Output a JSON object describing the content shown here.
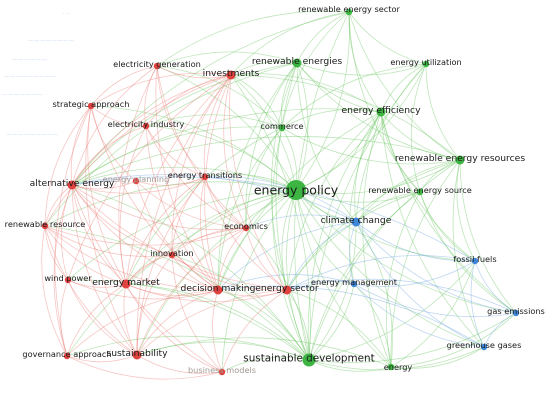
{
  "colors": {
    "red": "#e0433f",
    "green": "#3cb542",
    "blue": "#3f87d8",
    "red_edge": "#ea7a72",
    "green_edge": "#66c35c",
    "blue_edge": "#6ca3e0",
    "faint_label": "#a39b96",
    "faint_text": "#dfe9f7"
  },
  "nodes": [
    {
      "id": "energy-policy",
      "label": "energy policy",
      "cluster": "green",
      "weight": 5
    },
    {
      "id": "renewable-energy-sector",
      "label": "renewable energy sector",
      "cluster": "green",
      "weight": 1
    },
    {
      "id": "renewable-energies",
      "label": "renewable energies",
      "cluster": "green",
      "weight": 2
    },
    {
      "id": "energy-utilization",
      "label": "energy utilization",
      "cluster": "green",
      "weight": 1
    },
    {
      "id": "energy-efficiency",
      "label": "energy efficiency",
      "cluster": "green",
      "weight": 2
    },
    {
      "id": "commerce",
      "label": "commerce",
      "cluster": "green",
      "weight": 1
    },
    {
      "id": "renewable-energy-resources",
      "label": "renewable energy resources",
      "cluster": "green",
      "weight": 2
    },
    {
      "id": "renewable-energy-source",
      "label": "renewable energy source",
      "cluster": "green",
      "weight": 1
    },
    {
      "id": "sustainable-development",
      "label": "sustainable development",
      "cluster": "green",
      "weight": 3
    },
    {
      "id": "energy",
      "label": "energy",
      "cluster": "green",
      "weight": 1
    },
    {
      "id": "electricity-generation",
      "label": "electricity generation",
      "cluster": "red",
      "weight": 1
    },
    {
      "id": "investments",
      "label": "investments",
      "cluster": "red",
      "weight": 2
    },
    {
      "id": "strategic-approach",
      "label": "strategic approach",
      "cluster": "red",
      "weight": 1
    },
    {
      "id": "electricity-industry",
      "label": "electricity industry",
      "cluster": "red",
      "weight": 1
    },
    {
      "id": "alternative-energy",
      "label": "alternative energy",
      "cluster": "red",
      "weight": 2
    },
    {
      "id": "energy-planning",
      "label": "energy planning",
      "cluster": "red",
      "weight": 1,
      "faint": true
    },
    {
      "id": "energy-transitions",
      "label": "energy transitions",
      "cluster": "red",
      "weight": 1
    },
    {
      "id": "renewable-resource",
      "label": "renewable resource",
      "cluster": "red",
      "weight": 1
    },
    {
      "id": "economics",
      "label": "economics",
      "cluster": "red",
      "weight": 1
    },
    {
      "id": "innovation",
      "label": "innovation",
      "cluster": "red",
      "weight": 1
    },
    {
      "id": "wind-power",
      "label": "wind power",
      "cluster": "red",
      "weight": 1
    },
    {
      "id": "energy-market",
      "label": "energy market",
      "cluster": "red",
      "weight": 2
    },
    {
      "id": "decision-making",
      "label": "decision making",
      "cluster": "red",
      "weight": 2
    },
    {
      "id": "energy-sector",
      "label": "energy sector",
      "cluster": "red",
      "weight": 2
    },
    {
      "id": "governance-approach",
      "label": "governance approach",
      "cluster": "red",
      "weight": 1
    },
    {
      "id": "sustainability",
      "label": "sustainability",
      "cluster": "red",
      "weight": 2
    },
    {
      "id": "business-models",
      "label": "business models",
      "cluster": "red",
      "weight": 1,
      "faint": true
    },
    {
      "id": "climate-change",
      "label": "climate change",
      "cluster": "blue",
      "weight": 2
    },
    {
      "id": "energy-management",
      "label": "energy management",
      "cluster": "blue",
      "weight": 1
    },
    {
      "id": "fossil-fuels",
      "label": "fossil fuels",
      "cluster": "blue",
      "weight": 1
    },
    {
      "id": "gas-emissions",
      "label": "gas emissions",
      "cluster": "blue",
      "weight": 1
    },
    {
      "id": "greenhouse-gases",
      "label": "greenhouse gases",
      "cluster": "blue",
      "weight": 1
    }
  ],
  "links": [
    [
      "energy-policy",
      "renewable-energy-sector"
    ],
    [
      "energy-policy",
      "renewable-energies"
    ],
    [
      "energy-policy",
      "energy-utilization"
    ],
    [
      "energy-policy",
      "energy-efficiency"
    ],
    [
      "energy-policy",
      "commerce"
    ],
    [
      "energy-policy",
      "renewable-energy-resources"
    ],
    [
      "energy-policy",
      "renewable-energy-source"
    ],
    [
      "energy-policy",
      "sustainable-development"
    ],
    [
      "energy-policy",
      "energy"
    ],
    [
      "energy-policy",
      "climate-change"
    ],
    [
      "energy-policy",
      "energy-management"
    ],
    [
      "energy-policy",
      "fossil-fuels"
    ],
    [
      "energy-policy",
      "gas-emissions"
    ],
    [
      "energy-policy",
      "greenhouse-gases"
    ],
    [
      "energy-policy",
      "investments"
    ],
    [
      "energy-policy",
      "electricity-generation"
    ],
    [
      "energy-policy",
      "alternative-energy"
    ],
    [
      "energy-policy",
      "economics"
    ],
    [
      "energy-policy",
      "energy-sector"
    ],
    [
      "energy-policy",
      "decision-making"
    ],
    [
      "energy-policy",
      "energy-market"
    ],
    [
      "energy-policy",
      "sustainability"
    ],
    [
      "energy-policy",
      "renewable-resource"
    ],
    [
      "energy-policy",
      "energy-transitions"
    ],
    [
      "energy-policy",
      "innovation"
    ],
    [
      "energy-policy",
      "wind-power"
    ],
    [
      "energy-policy",
      "strategic-approach"
    ],
    [
      "energy-policy",
      "electricity-industry"
    ],
    [
      "energy-policy",
      "governance-approach"
    ],
    [
      "energy-policy",
      "business-models"
    ],
    [
      "renewable-energy-sector",
      "renewable-energies"
    ],
    [
      "renewable-energy-sector",
      "energy-utilization"
    ],
    [
      "renewable-energy-sector",
      "energy-efficiency"
    ],
    [
      "renewable-energy-sector",
      "renewable-energy-resources"
    ],
    [
      "renewable-energy-sector",
      "commerce"
    ],
    [
      "renewable-energy-sector",
      "sustainable-development"
    ],
    [
      "renewable-energy-sector",
      "investments"
    ],
    [
      "renewable-energy-sector",
      "alternative-energy"
    ],
    [
      "renewable-energy-sector",
      "electricity-generation"
    ],
    [
      "renewable-energy-sector",
      "renewable-energy-source"
    ],
    [
      "renewable-energies",
      "energy-utilization"
    ],
    [
      "renewable-energies",
      "energy-efficiency"
    ],
    [
      "renewable-energies",
      "commerce"
    ],
    [
      "renewable-energies",
      "renewable-energy-resources"
    ],
    [
      "renewable-energies",
      "sustainable-development"
    ],
    [
      "renewable-energies",
      "investments"
    ],
    [
      "renewable-energies",
      "electricity-generation"
    ],
    [
      "renewable-energies",
      "alternative-energy"
    ],
    [
      "renewable-energies",
      "decision-making"
    ],
    [
      "renewable-energies",
      "energy-sector"
    ],
    [
      "renewable-energies",
      "climate-change"
    ],
    [
      "renewable-energies",
      "economics"
    ],
    [
      "renewable-energies",
      "renewable-resource"
    ],
    [
      "energy-utilization",
      "energy-efficiency"
    ],
    [
      "energy-utilization",
      "renewable-energy-resources"
    ],
    [
      "energy-utilization",
      "renewable-energy-source"
    ],
    [
      "energy-utilization",
      "sustainable-development"
    ],
    [
      "energy-utilization",
      "commerce"
    ],
    [
      "energy-utilization",
      "climate-change"
    ],
    [
      "energy-efficiency",
      "renewable-energy-resources"
    ],
    [
      "energy-efficiency",
      "renewable-energy-source"
    ],
    [
      "energy-efficiency",
      "commerce"
    ],
    [
      "energy-efficiency",
      "sustainable-development"
    ],
    [
      "energy-efficiency",
      "energy"
    ],
    [
      "energy-efficiency",
      "climate-change"
    ],
    [
      "energy-efficiency",
      "energy-management"
    ],
    [
      "energy-efficiency",
      "fossil-fuels"
    ],
    [
      "energy-efficiency",
      "gas-emissions"
    ],
    [
      "energy-efficiency",
      "greenhouse-gases"
    ],
    [
      "energy-efficiency",
      "investments"
    ],
    [
      "energy-efficiency",
      "energy-sector"
    ],
    [
      "energy-efficiency",
      "decision-making"
    ],
    [
      "energy-efficiency",
      "alternative-energy"
    ],
    [
      "commerce",
      "renewable-energy-resources"
    ],
    [
      "commerce",
      "sustainable-development"
    ],
    [
      "commerce",
      "investments"
    ],
    [
      "commerce",
      "alternative-energy"
    ],
    [
      "commerce",
      "electricity-industry"
    ],
    [
      "commerce",
      "economics"
    ],
    [
      "commerce",
      "energy-market"
    ],
    [
      "commerce",
      "electricity-generation"
    ],
    [
      "commerce",
      "decision-making"
    ],
    [
      "renewable-energy-resources",
      "renewable-energy-source"
    ],
    [
      "renewable-energy-resources",
      "sustainable-development"
    ],
    [
      "renewable-energy-resources",
      "climate-change"
    ],
    [
      "renewable-energy-resources",
      "fossil-fuels"
    ],
    [
      "renewable-energy-resources",
      "gas-emissions"
    ],
    [
      "renewable-energy-resources",
      "energy"
    ],
    [
      "renewable-energy-resources",
      "greenhouse-gases"
    ],
    [
      "renewable-energy-resources",
      "investments"
    ],
    [
      "renewable-energy-resources",
      "alternative-energy"
    ],
    [
      "renewable-energy-resources",
      "energy-sector"
    ],
    [
      "renewable-energy-source",
      "sustainable-development"
    ],
    [
      "renewable-energy-source",
      "climate-change"
    ],
    [
      "renewable-energy-source",
      "fossil-fuels"
    ],
    [
      "renewable-energy-source",
      "energy"
    ],
    [
      "renewable-energy-source",
      "gas-emissions"
    ],
    [
      "renewable-energy-source",
      "energy-sector"
    ],
    [
      "sustainable-development",
      "energy"
    ],
    [
      "sustainable-development",
      "climate-change"
    ],
    [
      "sustainable-development",
      "energy-management"
    ],
    [
      "sustainable-development",
      "fossil-fuels"
    ],
    [
      "sustainable-development",
      "gas-emissions"
    ],
    [
      "sustainable-development",
      "greenhouse-gases"
    ],
    [
      "sustainable-development",
      "sustainability"
    ],
    [
      "sustainable-development",
      "decision-making"
    ],
    [
      "sustainable-development",
      "energy-sector"
    ],
    [
      "sustainable-development",
      "business-models"
    ],
    [
      "sustainable-development",
      "governance-approach"
    ],
    [
      "sustainable-development",
      "wind-power"
    ],
    [
      "sustainable-development",
      "alternative-energy"
    ],
    [
      "sustainable-development",
      "energy-market"
    ],
    [
      "sustainable-development",
      "renewable-resource"
    ],
    [
      "sustainable-development",
      "innovation"
    ],
    [
      "sustainable-development",
      "economics"
    ],
    [
      "sustainable-development",
      "investments"
    ],
    [
      "energy",
      "climate-change"
    ],
    [
      "energy",
      "energy-management"
    ],
    [
      "energy",
      "greenhouse-gases"
    ],
    [
      "energy",
      "fossil-fuels"
    ],
    [
      "energy",
      "gas-emissions"
    ],
    [
      "energy",
      "energy-sector"
    ],
    [
      "energy",
      "sustainability"
    ],
    [
      "climate-change",
      "energy-management"
    ],
    [
      "climate-change",
      "fossil-fuels"
    ],
    [
      "climate-change",
      "gas-emissions"
    ],
    [
      "climate-change",
      "greenhouse-gases"
    ],
    [
      "climate-change",
      "energy-sector"
    ],
    [
      "climate-change",
      "decision-making"
    ],
    [
      "climate-change",
      "alternative-energy"
    ],
    [
      "climate-change",
      "economics"
    ],
    [
      "climate-change",
      "energy-transitions"
    ],
    [
      "energy-management",
      "fossil-fuels"
    ],
    [
      "energy-management",
      "gas-emissions"
    ],
    [
      "energy-management",
      "greenhouse-gases"
    ],
    [
      "energy-management",
      "energy-sector"
    ],
    [
      "energy-management",
      "decision-making"
    ],
    [
      "fossil-fuels",
      "gas-emissions"
    ],
    [
      "fossil-fuels",
      "greenhouse-gases"
    ],
    [
      "fossil-fuels",
      "energy-sector"
    ],
    [
      "fossil-fuels",
      "alternative-energy"
    ],
    [
      "gas-emissions",
      "greenhouse-gases"
    ],
    [
      "gas-emissions",
      "energy-sector"
    ],
    [
      "greenhouse-gases",
      "decision-making"
    ],
    [
      "electricity-generation",
      "investments"
    ],
    [
      "electricity-generation",
      "strategic-approach"
    ],
    [
      "electricity-generation",
      "electricity-industry"
    ],
    [
      "electricity-generation",
      "alternative-energy"
    ],
    [
      "electricity-generation",
      "energy-transitions"
    ],
    [
      "electricity-generation",
      "decision-making"
    ],
    [
      "electricity-generation",
      "energy-market"
    ],
    [
      "electricity-generation",
      "economics"
    ],
    [
      "investments",
      "strategic-approach"
    ],
    [
      "investments",
      "electricity-industry"
    ],
    [
      "investments",
      "alternative-energy"
    ],
    [
      "investments",
      "energy-transitions"
    ],
    [
      "investments",
      "economics"
    ],
    [
      "investments",
      "decision-making"
    ],
    [
      "investments",
      "energy-sector"
    ],
    [
      "investments",
      "innovation"
    ],
    [
      "investments",
      "energy-market"
    ],
    [
      "investments",
      "renewable-resource"
    ],
    [
      "investments",
      "sustainability"
    ],
    [
      "investments",
      "wind-power"
    ],
    [
      "strategic-approach",
      "electricity-industry"
    ],
    [
      "strategic-approach",
      "alternative-energy"
    ],
    [
      "strategic-approach",
      "energy-planning"
    ],
    [
      "strategic-approach",
      "renewable-resource"
    ],
    [
      "strategic-approach",
      "energy-market"
    ],
    [
      "strategic-approach",
      "decision-making"
    ],
    [
      "strategic-approach",
      "sustainability"
    ],
    [
      "strategic-approach",
      "governance-approach"
    ],
    [
      "electricity-industry",
      "alternative-energy"
    ],
    [
      "electricity-industry",
      "energy-transitions"
    ],
    [
      "electricity-industry",
      "energy-market"
    ],
    [
      "electricity-industry",
      "economics"
    ],
    [
      "electricity-industry",
      "decision-making"
    ],
    [
      "alternative-energy",
      "energy-planning"
    ],
    [
      "alternative-energy",
      "renewable-resource"
    ],
    [
      "alternative-energy",
      "energy-transitions"
    ],
    [
      "alternative-energy",
      "economics"
    ],
    [
      "alternative-energy",
      "innovation"
    ],
    [
      "alternative-energy",
      "wind-power"
    ],
    [
      "alternative-energy",
      "energy-market"
    ],
    [
      "alternative-energy",
      "decision-making"
    ],
    [
      "alternative-energy",
      "energy-sector"
    ],
    [
      "alternative-energy",
      "sustainability"
    ],
    [
      "alternative-energy",
      "governance-approach"
    ],
    [
      "alternative-energy",
      "business-models"
    ],
    [
      "energy-planning",
      "energy-transitions"
    ],
    [
      "energy-planning",
      "economics"
    ],
    [
      "energy-planning",
      "decision-making"
    ],
    [
      "energy-transitions",
      "economics"
    ],
    [
      "energy-transitions",
      "innovation"
    ],
    [
      "energy-transitions",
      "decision-making"
    ],
    [
      "energy-transitions",
      "energy-sector"
    ],
    [
      "energy-transitions",
      "energy-market"
    ],
    [
      "energy-transitions",
      "sustainability"
    ],
    [
      "renewable-resource",
      "wind-power"
    ],
    [
      "renewable-resource",
      "energy-market"
    ],
    [
      "renewable-resource",
      "innovation"
    ],
    [
      "renewable-resource",
      "sustainability"
    ],
    [
      "renewable-resource",
      "governance-approach"
    ],
    [
      "renewable-resource",
      "decision-making"
    ],
    [
      "renewable-resource",
      "economics"
    ],
    [
      "economics",
      "innovation"
    ],
    [
      "economics",
      "decision-making"
    ],
    [
      "economics",
      "energy-sector"
    ],
    [
      "economics",
      "energy-market"
    ],
    [
      "economics",
      "sustainability"
    ],
    [
      "innovation",
      "energy-market"
    ],
    [
      "innovation",
      "decision-making"
    ],
    [
      "innovation",
      "energy-sector"
    ],
    [
      "innovation",
      "sustainability"
    ],
    [
      "innovation",
      "business-models"
    ],
    [
      "wind-power",
      "energy-market"
    ],
    [
      "wind-power",
      "sustainability"
    ],
    [
      "wind-power",
      "governance-approach"
    ],
    [
      "wind-power",
      "decision-making"
    ],
    [
      "energy-market",
      "decision-making"
    ],
    [
      "energy-market",
      "energy-sector"
    ],
    [
      "energy-market",
      "sustainability"
    ],
    [
      "energy-market",
      "governance-approach"
    ],
    [
      "energy-market",
      "business-models"
    ],
    [
      "decision-making",
      "energy-sector"
    ],
    [
      "decision-making",
      "sustainability"
    ],
    [
      "decision-making",
      "business-models"
    ],
    [
      "decision-making",
      "governance-approach"
    ],
    [
      "energy-sector",
      "sustainability"
    ],
    [
      "energy-sector",
      "business-models"
    ],
    [
      "governance-approach",
      "sustainability"
    ],
    [
      "governance-approach",
      "business-models"
    ],
    [
      "sustainability",
      "business-models"
    ]
  ],
  "faint_overlay": [
    "...",
    "~~~~~~~~",
    "~~~~~~",
    "~~~~~~~~~",
    "~~~~~~~",
    "~~~~~~~~~"
  ]
}
